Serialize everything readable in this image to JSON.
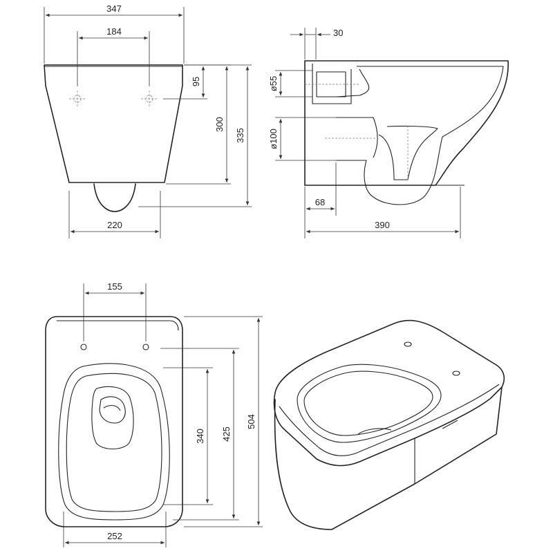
{
  "dimensions": {
    "front_width": "347",
    "front_hole_spacing": "184",
    "front_hole_height": "95",
    "front_height_300": "300",
    "front_height_335": "335",
    "front_bottom_width": "220",
    "side_offset": "30",
    "side_pipe_55": "ø55",
    "side_pipe_100": "ø100",
    "side_outlet_offset": "68",
    "side_depth": "390",
    "top_hole_spacing": "155",
    "top_len_340": "340",
    "top_len_425": "425",
    "top_len_504": "504",
    "top_bowl_width": "252"
  }
}
